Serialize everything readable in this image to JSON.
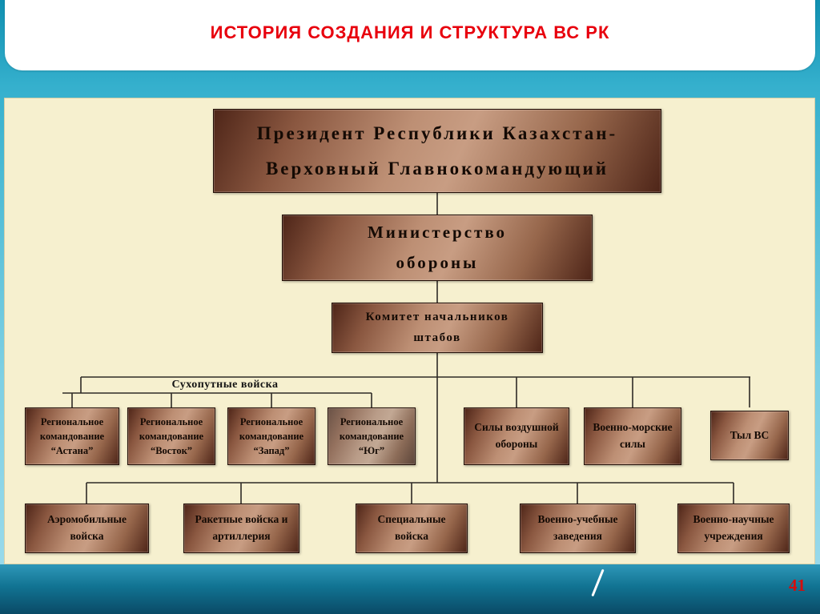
{
  "slide": {
    "title": "ИСТОРИЯ СОЗДАНИЯ И СТРУКТУРА ВС РК",
    "page_number": "41"
  },
  "colors": {
    "title_red": "#e8000d",
    "panel_cream": "#f6f0cf",
    "box_copper_dark": "#4e2518",
    "box_copper_light": "#c89d83",
    "background_teal": "#35b0cd",
    "footer_blue": "#0a4a66"
  },
  "org": {
    "president": {
      "lines": [
        "Президент Республики Казахстан-",
        "Верховный Главнокомандующий"
      ]
    },
    "ministry": {
      "lines": [
        "Министерство",
        "обороны"
      ]
    },
    "committee": {
      "lines": [
        "Комитет начальников",
        "штабов"
      ]
    },
    "ground_forces_label": "Сухопутные войска",
    "regional_commands": [
      {
        "label": "Региональное командование “Астана”"
      },
      {
        "label": "Региональное командование “Восток”"
      },
      {
        "label": "Региональное командование “Запад”"
      },
      {
        "label": "Региональное командование “Юг”"
      }
    ],
    "branches": [
      {
        "label": "Силы воздушной обороны"
      },
      {
        "label": "Военно-морские силы"
      },
      {
        "label": "Тыл ВС"
      }
    ],
    "arms": [
      {
        "label": "Аэромобильные войска"
      },
      {
        "label": "Ракетные войска и артиллерия"
      },
      {
        "label": "Специальные войска"
      },
      {
        "label": "Военно-учебные заведения"
      },
      {
        "label": "Военно-научные учреждения"
      }
    ]
  }
}
